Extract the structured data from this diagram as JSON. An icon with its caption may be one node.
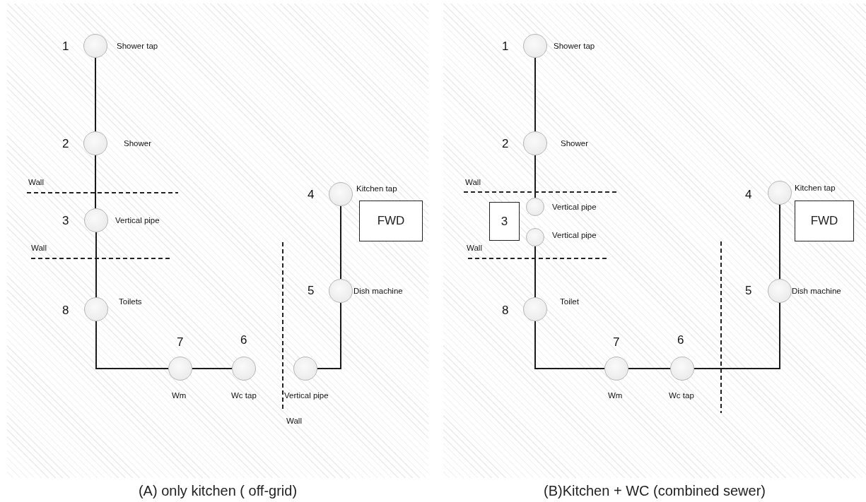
{
  "diagram": {
    "nodes": [
      {
        "text": [
          "(A) only kitchen ( off-grid)"
        ]
      },
      {
        "text": [],
        "shape": "circle",
        "beside": [
          "1",
          "Shower tap"
        ],
        "in": 0
      },
      {
        "text": [],
        "shape": "circle",
        "beside": [
          "2",
          "Shower"
        ],
        "in": 0
      },
      {
        "text": [],
        "shape": "circle",
        "beside": [
          "3",
          "Vertical pipe"
        ],
        "in": 0
      },
      {
        "text": [],
        "shape": "circle",
        "beside": [
          "4",
          "Kitchen tap"
        ],
        "in": 0
      },
      {
        "text": [
          "FWD"
        ],
        "in": 0
      },
      {
        "text": [],
        "shape": "circle",
        "beside": [
          "5",
          "Dish machine"
        ],
        "in": 0
      },
      {
        "text": [],
        "shape": "circle",
        "beside": [
          "8",
          "Toilets"
        ],
        "in": 0
      },
      {
        "text": [],
        "shape": "circle",
        "beside": [
          "7",
          "Wm"
        ],
        "in": 0
      },
      {
        "text": [],
        "shape": "circle",
        "beside": [
          "6",
          "Wc tap"
        ],
        "in": 0
      },
      {
        "text": [],
        "shape": "circle",
        "beside": [
          "Vertical pipe"
        ],
        "in": 0
      },
      {
        "text": [
          "(B)Kitchen + WC (combined sewer)"
        ]
      },
      {
        "text": [],
        "shape": "circle",
        "beside": [
          "1",
          "Shower tap"
        ],
        "in": 11
      },
      {
        "text": [],
        "shape": "circle",
        "beside": [
          "2",
          "Shower"
        ],
        "in": 11
      },
      {
        "text": [],
        "shape": "circle",
        "beside": [
          "4",
          "Kitchen tap"
        ],
        "in": 11
      },
      {
        "text": [],
        "shape": "circle",
        "beside": [
          "Vertical pipe"
        ],
        "in": 11
      },
      {
        "text": [
          "FWD"
        ],
        "in": 11
      },
      {
        "text": [
          "3"
        ],
        "in": 11
      },
      {
        "text": [],
        "shape": "circle",
        "beside": [
          "Vertical pipe"
        ],
        "in": 11
      },
      {
        "text": [],
        "shape": "circle",
        "beside": [
          "5",
          "Dish machine"
        ],
        "in": 11
      },
      {
        "text": [],
        "shape": "circle",
        "beside": [
          "8",
          "Toilet"
        ],
        "in": 11
      },
      {
        "text": [],
        "shape": "circle",
        "beside": [
          "7",
          "Wm"
        ],
        "in": 11
      },
      {
        "text": [],
        "shape": "circle",
        "beside": [
          "6",
          "Wc tap"
        ],
        "in": 11
      }
    ],
    "edges": [
      {
        "from": 1,
        "to": 2,
        "arrow": "none"
      },
      {
        "from": 2,
        "to": 3,
        "arrow": "none"
      },
      {
        "from": 3,
        "to": 7,
        "arrow": "none"
      },
      {
        "from": 7,
        "to": 8,
        "arrow": "none"
      },
      {
        "from": 8,
        "to": 9,
        "arrow": "none"
      },
      {
        "from": 10,
        "to": 6,
        "arrow": "none"
      },
      {
        "from": 6,
        "to": 4,
        "arrow": "none"
      },
      {
        "from": 12,
        "to": 13,
        "arrow": "none"
      },
      {
        "from": 13,
        "to": 15,
        "arrow": "none"
      },
      {
        "from": 18,
        "to": 20,
        "arrow": "none"
      },
      {
        "from": 20,
        "to": 21,
        "arrow": "none"
      },
      {
        "from": 21,
        "to": 22,
        "arrow": "none"
      },
      {
        "from": 22,
        "to": 19,
        "arrow": "none"
      },
      {
        "from": 19,
        "to": 14,
        "arrow": "none"
      }
    ],
    "labels": [
      "Wall",
      "Wall",
      "Wall",
      "Wall",
      "Wall"
    ]
  }
}
